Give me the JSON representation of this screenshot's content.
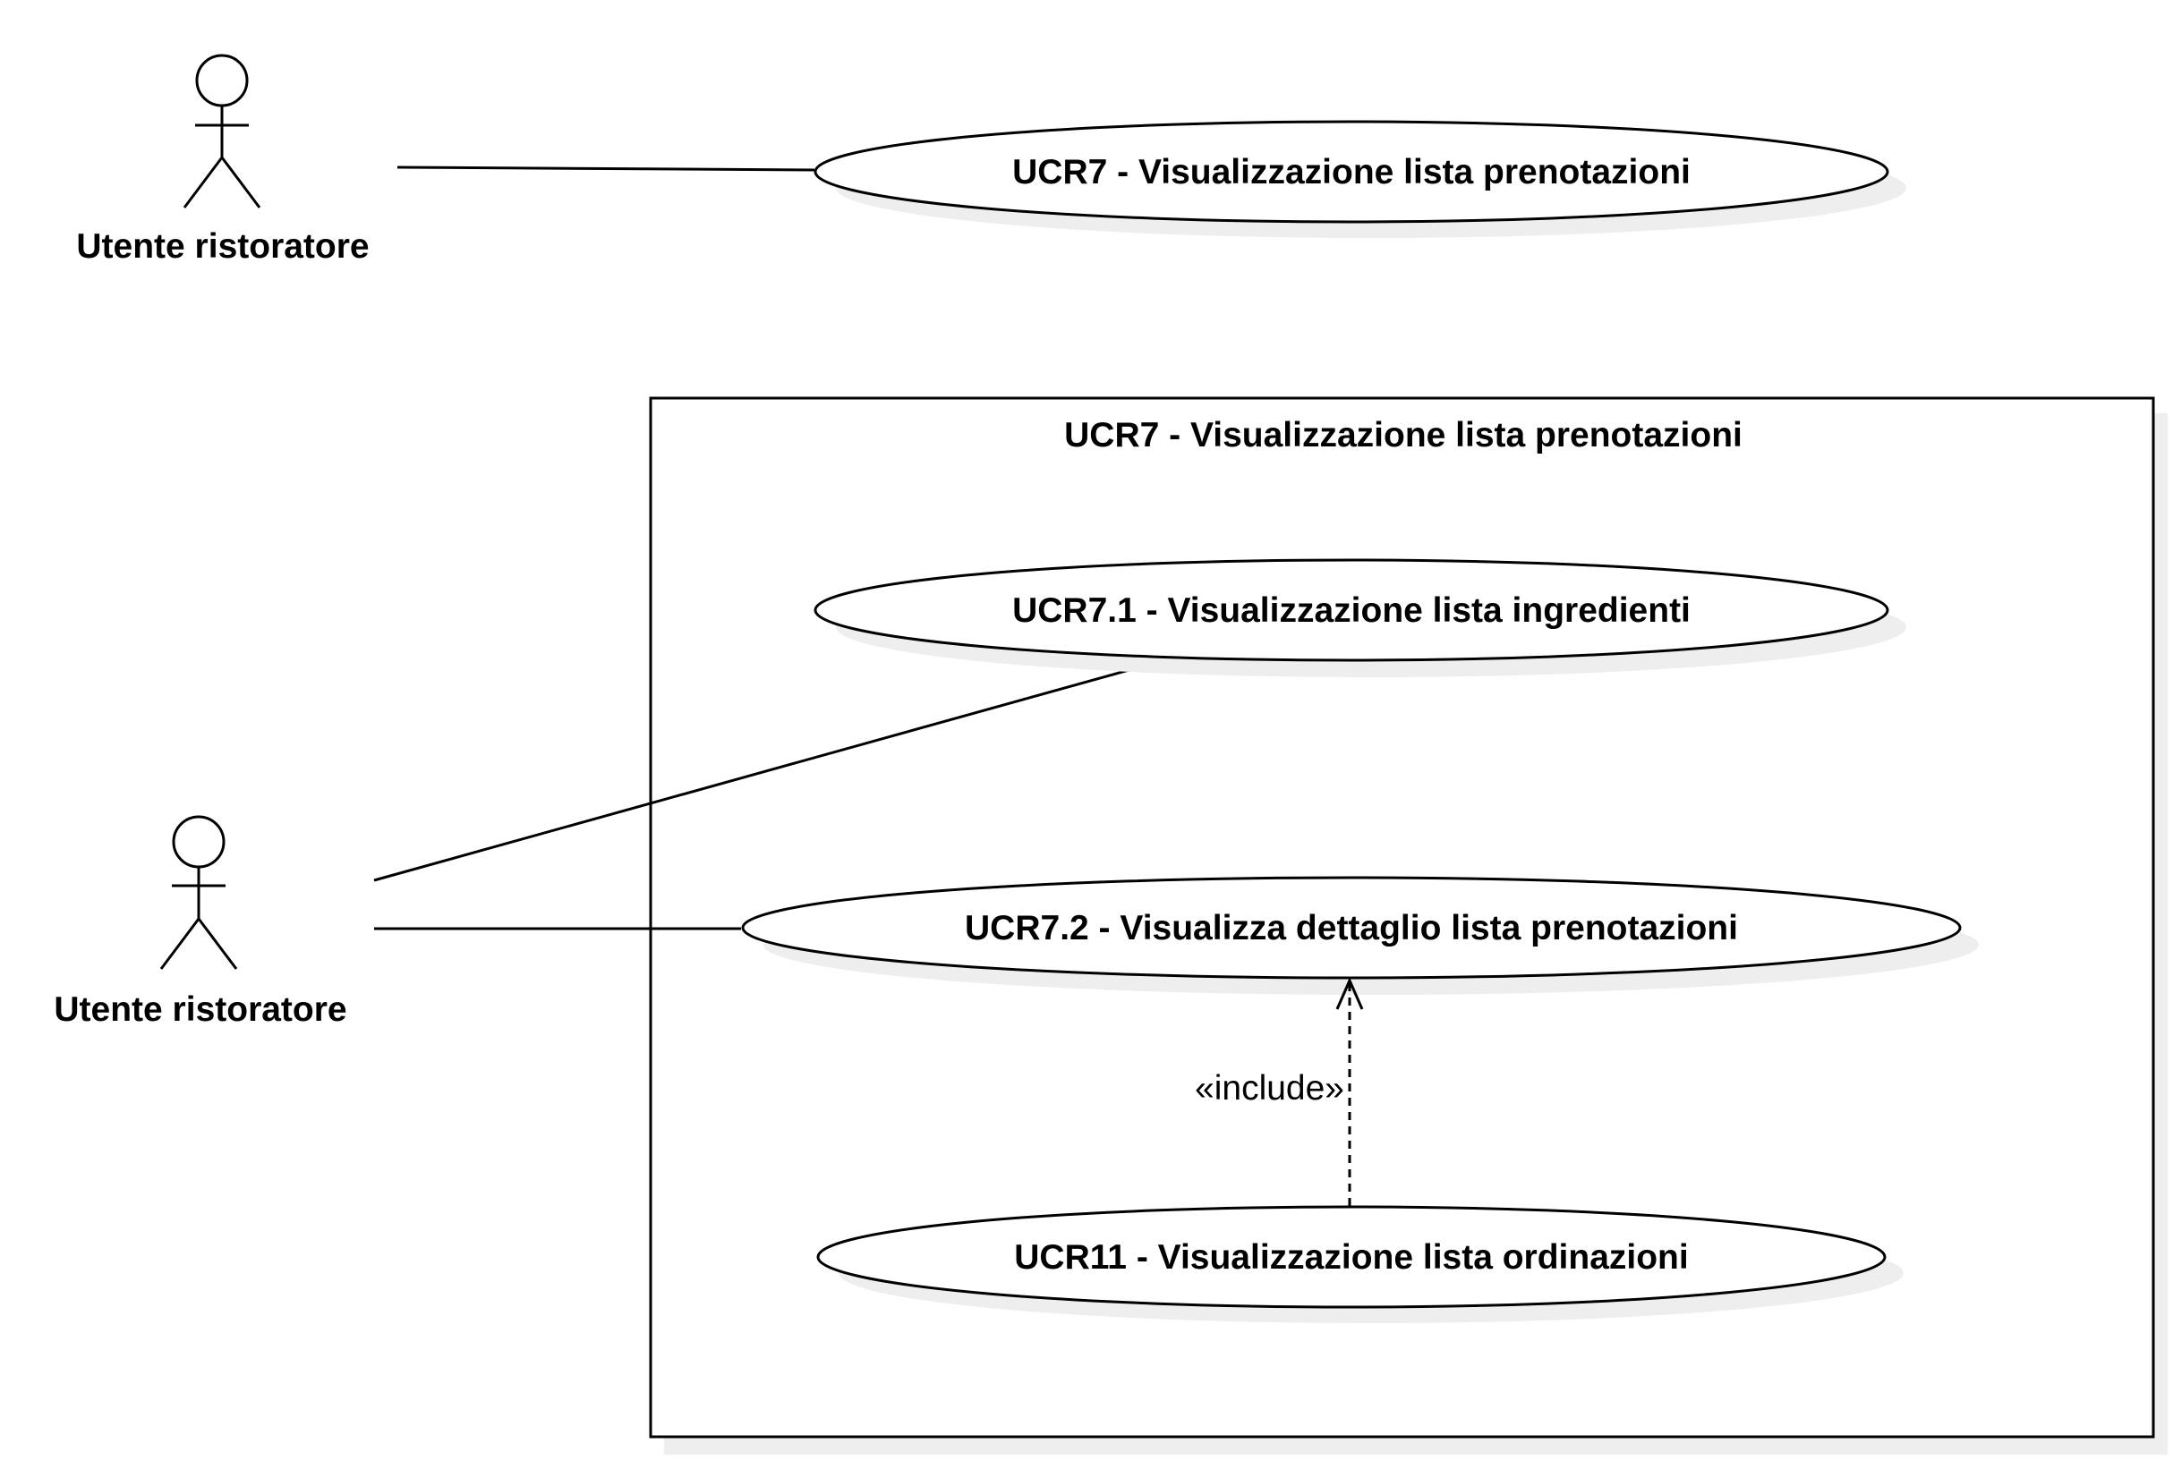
{
  "actors": [
    {
      "id": "actor-top",
      "label": "Utente ristoratore"
    },
    {
      "id": "actor-bottom",
      "label": "Utente ristoratore"
    }
  ],
  "use_cases": {
    "top": "UCR7 - Visualizzazione lista prenotazioni",
    "ucr7_1": "UCR7.1 - Visualizzazione lista ingredienti",
    "ucr7_2": "UCR7.2 - Visualizza dettaglio lista prenotazioni",
    "ucr11": "UCR11 - Visualizzazione lista ordinazioni"
  },
  "system_boundary": {
    "title": "UCR7 - Visualizzazione lista prenotazioni"
  },
  "relationships": {
    "include_label": "«include»"
  }
}
